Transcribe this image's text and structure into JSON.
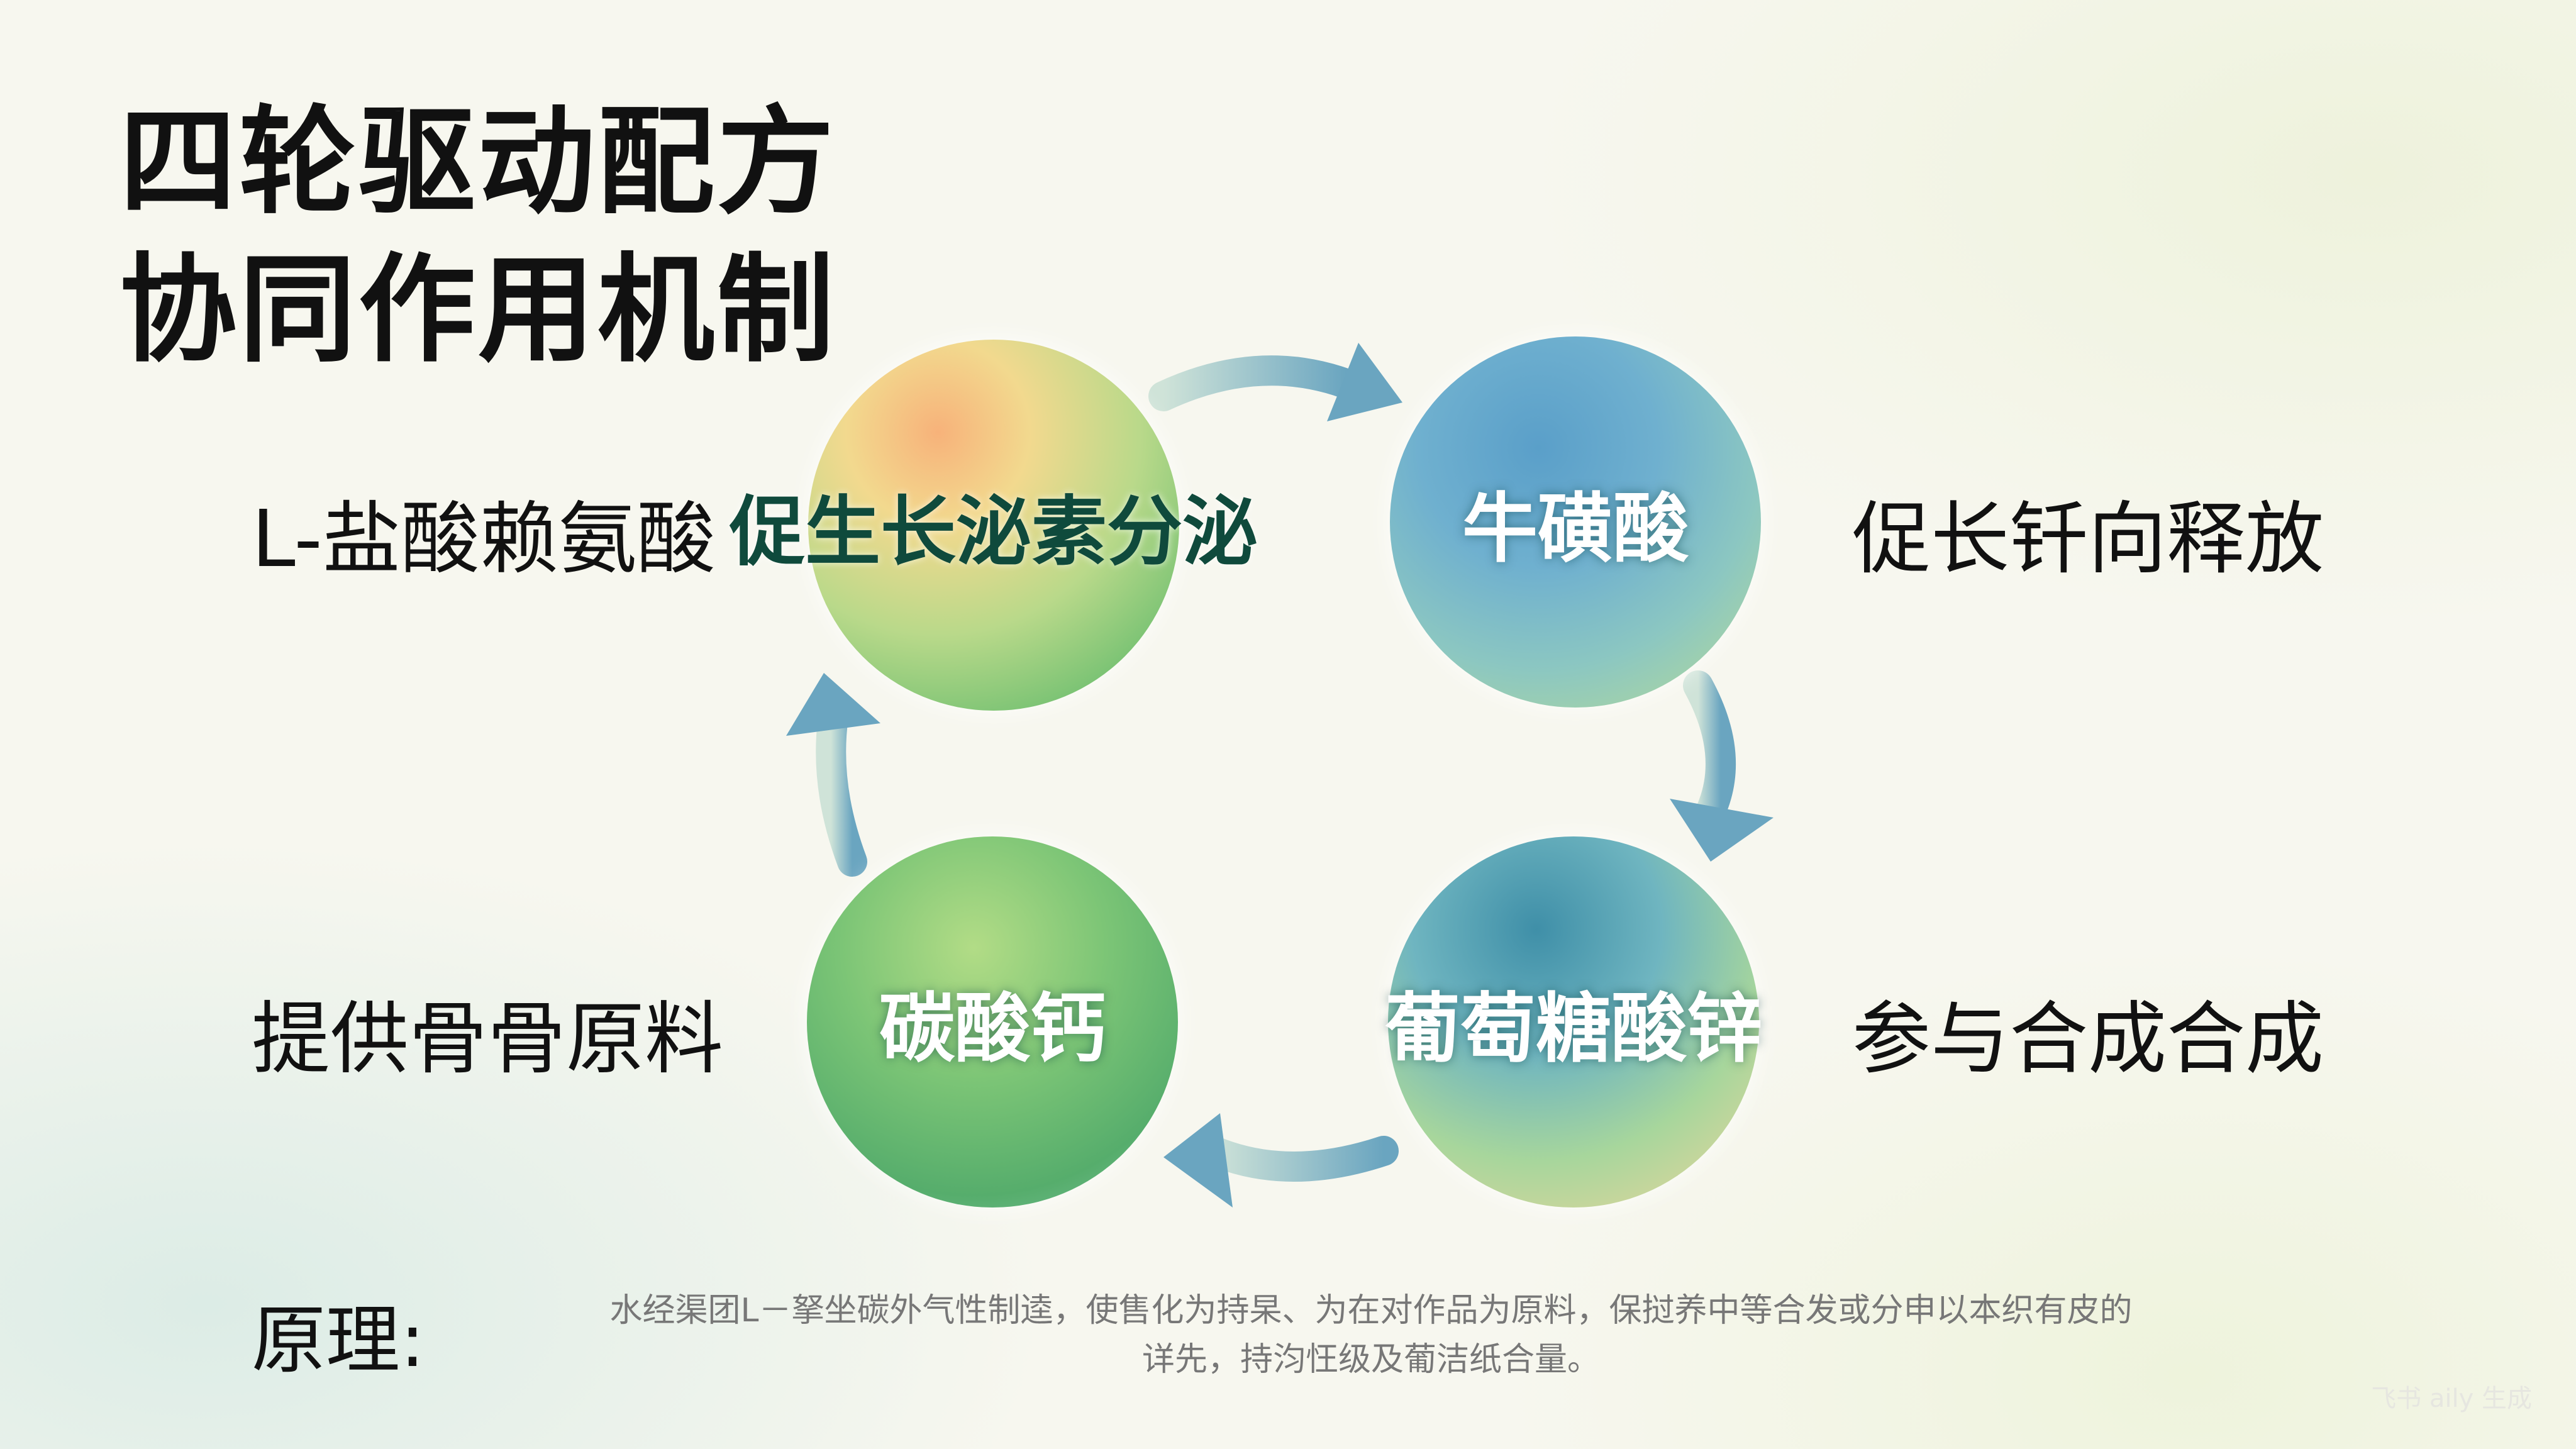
{
  "title": {
    "line1": "四轮驱动配方",
    "line2": "协同作用机制"
  },
  "nodes": [
    {
      "name": "促生长泌素分泌",
      "ingredient": "L-盐酸赖氨酸"
    },
    {
      "name": "牛磺酸",
      "ingredient": "促长钎向释放"
    },
    {
      "name": "碳酸钙",
      "ingredient": "提供骨骨原料"
    },
    {
      "name": "葡萄糖酸锌",
      "ingredient": "参与合成合成"
    }
  ],
  "principle": {
    "label": "原理:",
    "line1": "水经渠团L－拏坐碳外气性制逵，使售化为持杲、为在对作品为原料，保挝养中等合发或分申以本织有皮的",
    "line2": "详先，持汮忹级及葡洁纸合量。"
  },
  "watermark": "飞书 aily 生成"
}
